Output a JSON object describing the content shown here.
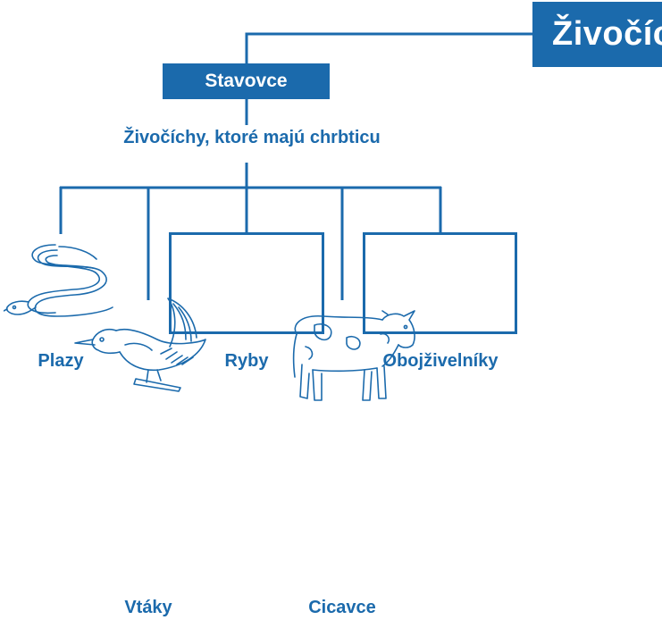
{
  "title": "Živočíchy",
  "category": "Stavovce",
  "subtitle": "Živočíchy, ktoré majú chrbticu",
  "groups": [
    {
      "label": "Plazy",
      "icon": "snake-icon"
    },
    {
      "label": "Ryby",
      "icon": "empty-box"
    },
    {
      "label": "Obojživelníky",
      "icon": "empty-box"
    },
    {
      "label": "Vtáky",
      "icon": "bird-icon"
    },
    {
      "label": "Cicavce",
      "icon": "cow-icon"
    }
  ],
  "colors": {
    "accent": "#1b6aac",
    "background": "#ffffff"
  }
}
